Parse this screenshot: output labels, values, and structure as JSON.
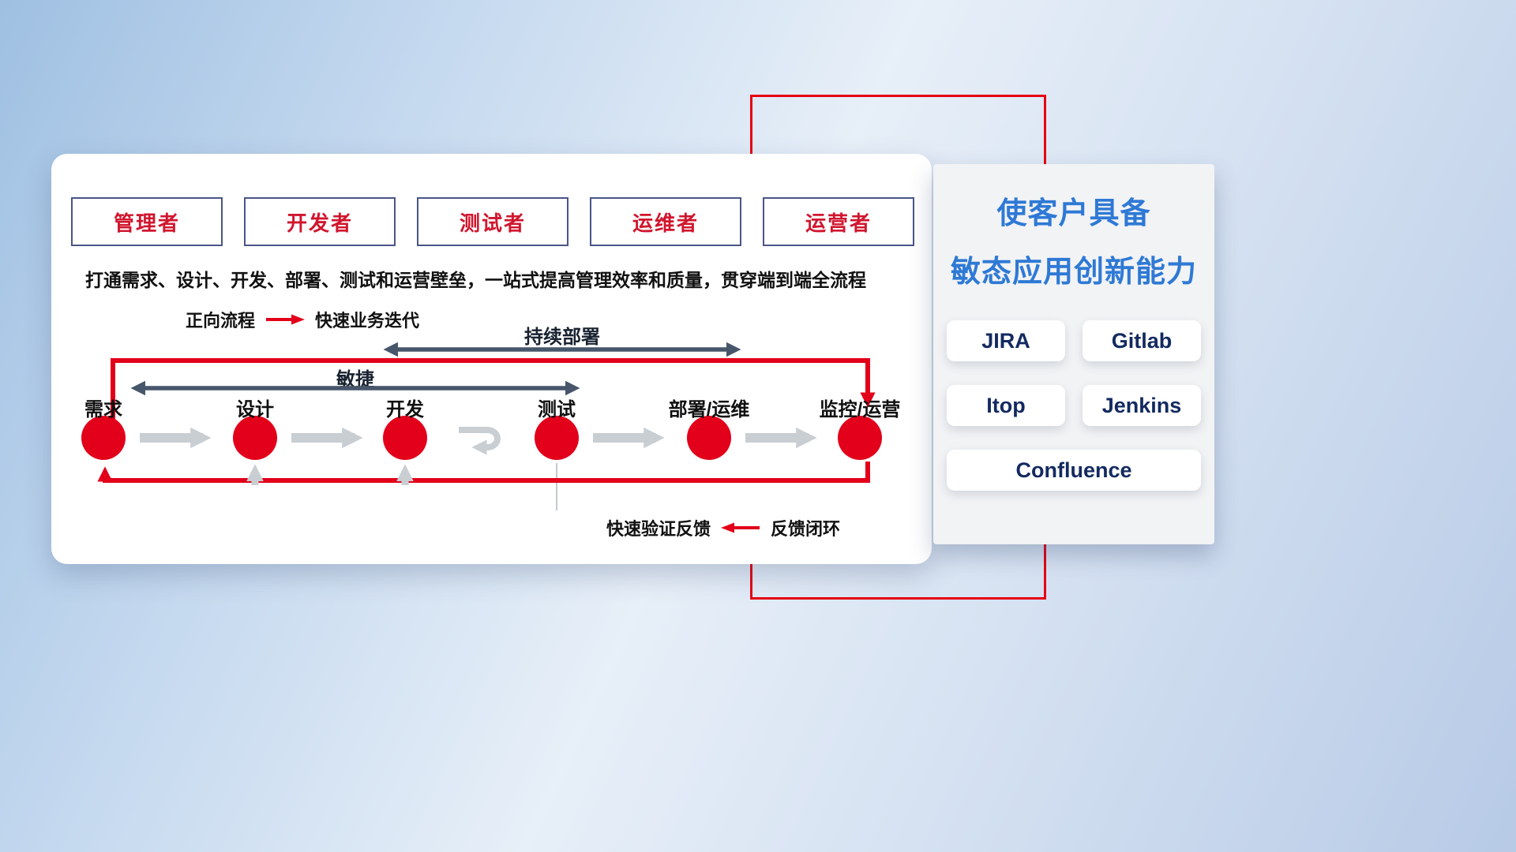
{
  "actors": [
    "管理者",
    "开发者",
    "测试者",
    "运维者",
    "运营者"
  ],
  "subtitle": "打通需求、设计、开发、部署、测试和运营壁垒，一站式提高管理效率和质量，贯穿端到端全流程",
  "legend_forward": {
    "label": "正向流程",
    "desc": "快速业务迭代"
  },
  "legend_feedback": {
    "desc": "快速验证反馈",
    "label": "反馈闭环"
  },
  "flow": {
    "continuous_deploy_label": "持续部署",
    "agile_label": "敏捷",
    "stages": [
      "需求",
      "设计",
      "开发",
      "测试",
      "部署/运维",
      "监控/运营"
    ]
  },
  "side_panel": {
    "title_line1": "使客户具备",
    "title_line2": "敏态应用创新能力",
    "tools": [
      "JIRA",
      "Gitlab",
      "Itop",
      "Jenkins",
      "Confluence"
    ]
  },
  "colors": {
    "accent_red": "#e2001a",
    "frame_red": "#e60012",
    "title_blue": "#2e79d5",
    "dark_arrow": "#47566b",
    "gray_arrow": "#c9ced3",
    "actor_text_red": "#d0162e",
    "tool_text_navy": "#132a60"
  }
}
